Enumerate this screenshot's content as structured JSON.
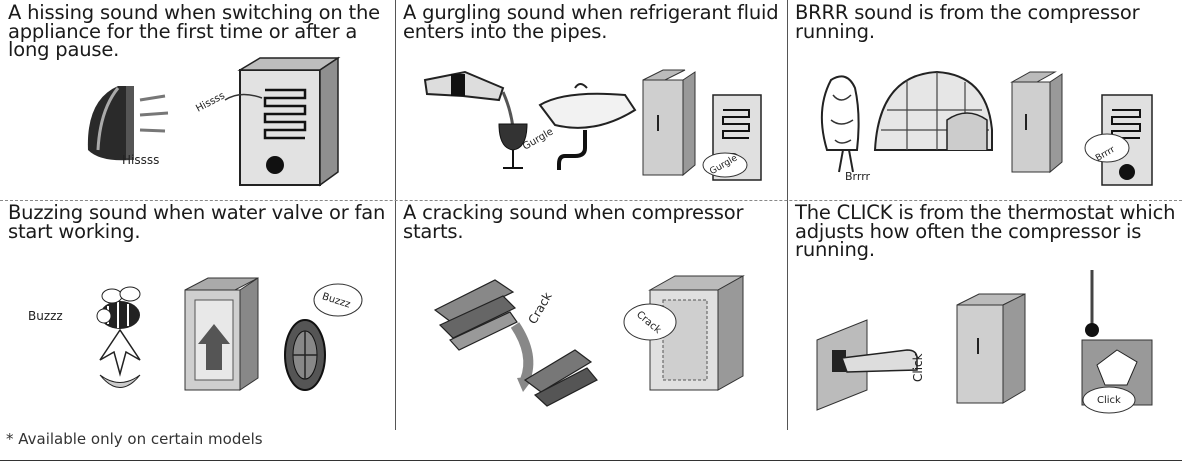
{
  "cells": [
    {
      "caption": "A hissing sound when switching on the appliance for the first time or after a long pause.",
      "labels": {
        "a": "Hissss",
        "b": "Hissss"
      }
    },
    {
      "caption": "A gurgling sound when refrigerant fluid enters into the pipes.",
      "labels": {
        "a": "Gurgle",
        "b": "Gurgle"
      }
    },
    {
      "caption": "BRRR sound is from the compressor running.",
      "labels": {
        "a": "Brrrr",
        "b": "Brrrr"
      }
    },
    {
      "caption": "Buzzing sound when water valve or fan start working.",
      "labels": {
        "a": "Buzzz",
        "b": "Buzzz"
      }
    },
    {
      "caption": "A cracking sound when compressor starts.",
      "labels": {
        "a": "Crack",
        "b": "Crack"
      }
    },
    {
      "caption": "The CLICK is from the thermostat which adjusts how often the compressor is running.",
      "labels": {
        "a": "Click",
        "b": "Click"
      }
    }
  ],
  "footnote": "* Available only on certain models"
}
